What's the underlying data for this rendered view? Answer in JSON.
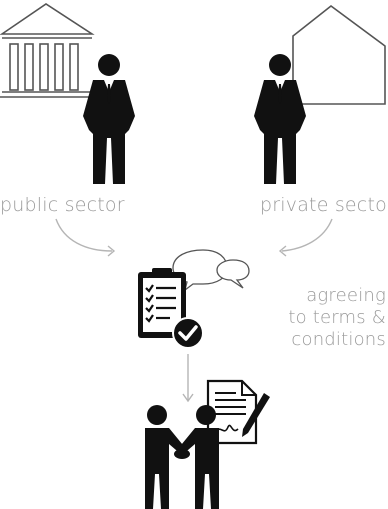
{
  "labels": {
    "public_sector": "public sector",
    "private_sector": "private sector",
    "agreement_lines": [
      "agreeing",
      "to terms &",
      "conditions"
    ]
  },
  "icons": {
    "public_building": "bank-building-icon",
    "private_building": "house-icon",
    "public_person": "businessman-icon",
    "private_person": "businessman-icon",
    "speech_bubbles": "speech-bubbles-icon",
    "checklist": "clipboard-checklist-icon",
    "contract": "signed-contract-icon",
    "handshake": "handshake-icon"
  },
  "colors": {
    "ink": "#111111",
    "outline": "#555555",
    "label_gray": "#9a9a9a",
    "arrow_gray": "#b5b5b5"
  }
}
